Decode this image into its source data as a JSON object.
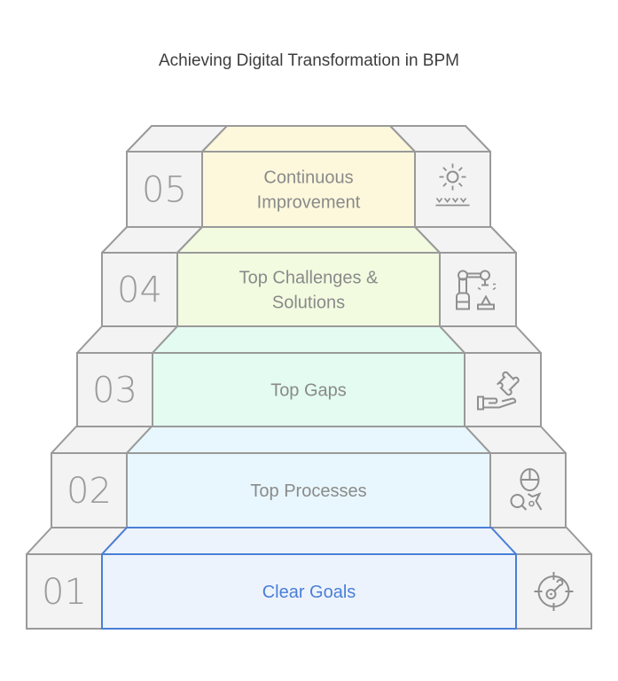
{
  "title": "Achieving Digital Transformation in BPM",
  "steps": [
    {
      "number": "01",
      "label_lines": [
        "Clear Goals"
      ],
      "icon": "target-key-icon",
      "fill": "#edf3fd",
      "stroke": "#4a7fd6",
      "text_color": "#4a7fd6"
    },
    {
      "number": "02",
      "label_lines": [
        "Top Processes"
      ],
      "icon": "process-search-icon",
      "fill": "#e8f7fd",
      "stroke": "#9a9a9a",
      "text_color": "#8a8a8a"
    },
    {
      "number": "03",
      "label_lines": [
        "Top Gaps"
      ],
      "icon": "puzzle-hand-icon",
      "fill": "#e3fbf0",
      "stroke": "#9a9a9a",
      "text_color": "#8a8a8a"
    },
    {
      "number": "04",
      "label_lines": [
        "Top Challenges &",
        "Solutions"
      ],
      "icon": "robot-arm-icon",
      "fill": "#f2fbe0",
      "stroke": "#9a9a9a",
      "text_color": "#8a8a8a"
    },
    {
      "number": "05",
      "label_lines": [
        "Continuous",
        "Improvement"
      ],
      "icon": "sun-growth-icon",
      "fill": "#fdf8dc",
      "stroke": "#9a9a9a",
      "text_color": "#8a8a8a"
    }
  ],
  "colors": {
    "side_fill": "#f3f3f3",
    "side_stroke": "#9a9a9a",
    "accent": "#4a7fd6"
  }
}
